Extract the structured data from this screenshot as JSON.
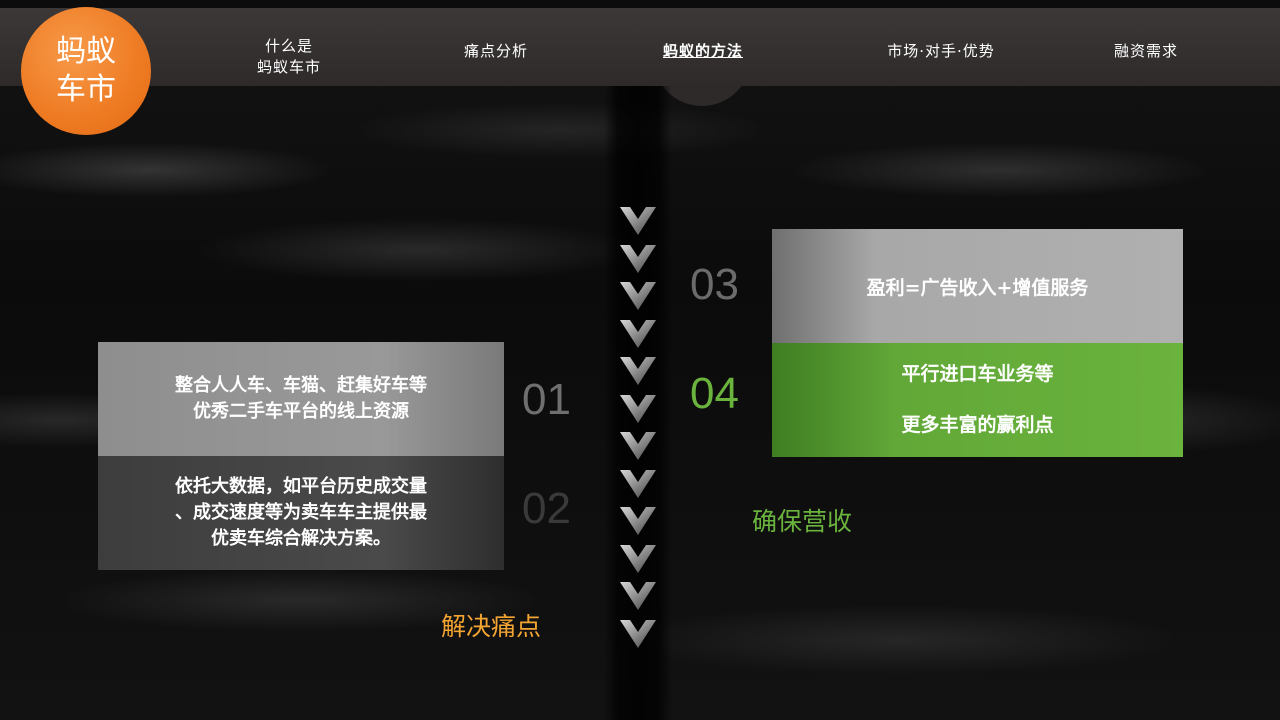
{
  "logo": {
    "text": "蚂蚁车市"
  },
  "nav": {
    "items": [
      {
        "label": "什么是\n蚂蚁车市"
      },
      {
        "label": "痛点分析"
      },
      {
        "label": "蚂蚁的方法"
      },
      {
        "label": "市场·对手·优势"
      },
      {
        "label": "融资需求"
      }
    ],
    "active_index": 2
  },
  "left": {
    "item1": {
      "number": "01",
      "text": "整合人人车、车猫、赶集好车等\n优秀二手车平台的线上资源"
    },
    "item2": {
      "number": "02",
      "text": "依托大数据，如平台历史成交量\n、成交速度等为卖车车主提供最\n优卖车综合解决方案。"
    },
    "caption": "解决痛点"
  },
  "right": {
    "item3": {
      "number": "03",
      "text": "盈利=广告收入+增值服务"
    },
    "item4": {
      "number": "04",
      "line1": "平行进口车业务等",
      "line2": "更多丰富的赢利点"
    },
    "caption": "确保营收"
  },
  "colors": {
    "logo_orange": "#ee7a22",
    "green_accent": "#6ab33d",
    "orange_caption": "#f3a432",
    "nav_bg": "#2e2a2a"
  }
}
